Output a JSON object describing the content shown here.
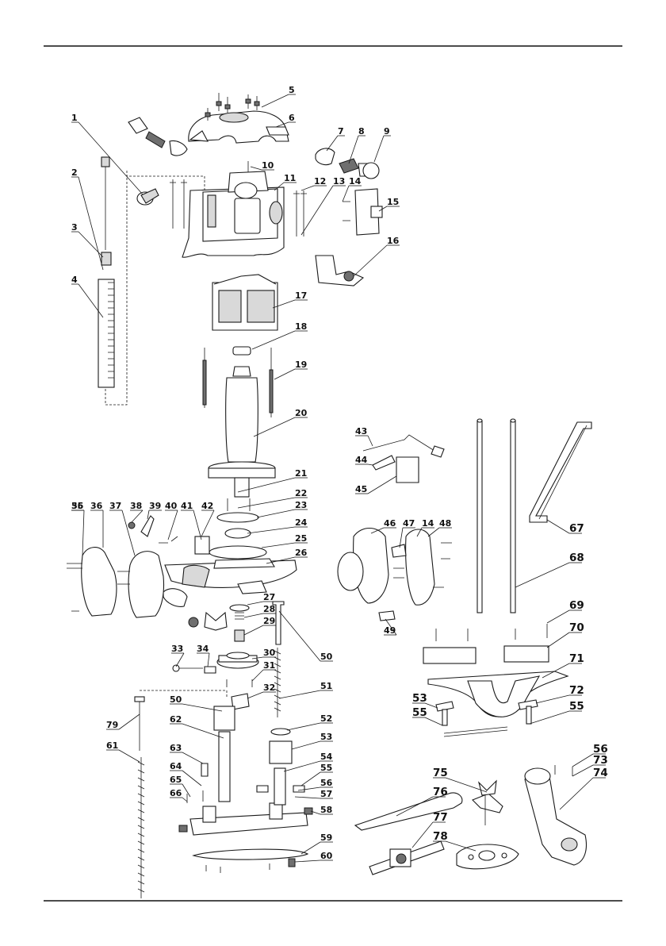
{
  "figure": {
    "callouts": [
      "1",
      "2",
      "3",
      "4",
      "5",
      "6",
      "7",
      "8",
      "9",
      "10",
      "11",
      "12",
      "13",
      "14",
      "15",
      "16",
      "17",
      "18",
      "19",
      "20",
      "21",
      "22",
      "23",
      "24",
      "25",
      "26",
      "27",
      "28",
      "29",
      "30",
      "31",
      "32",
      "33",
      "34",
      "35",
      "36",
      "37",
      "38",
      "39",
      "40",
      "41",
      "42",
      "43",
      "44",
      "45",
      "46",
      "47",
      "14",
      "48",
      "49",
      "50",
      "51",
      "52",
      "53",
      "54",
      "55",
      "56",
      "57",
      "58",
      "59",
      "60",
      "61",
      "62",
      "63",
      "64",
      "65",
      "66",
      "67",
      "68",
      "69",
      "70",
      "71",
      "72",
      "55",
      "56",
      "73",
      "74",
      "75",
      "76",
      "77",
      "78",
      "79",
      "50",
      "53",
      "55",
      "56",
      "14"
    ]
  }
}
